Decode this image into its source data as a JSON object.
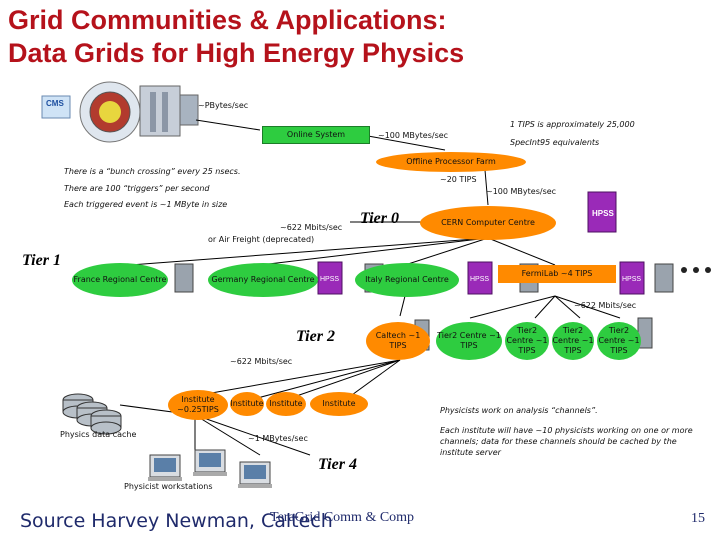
{
  "title_line1": "Grid Communities & Applications:",
  "title_line2": "Data Grids for High Energy Physics",
  "rates": {
    "pbytes": "~PBytes/sec",
    "mbytes100_a": "~100 MBytes/sec",
    "mbytes100_b": "~100 MBytes/sec",
    "mbits622_air": "~622 Mbits/sec",
    "air_freight": "or Air Freight (deprecated)",
    "mbits622_b": "~622 Mbits/sec",
    "mbits622_c": "~622 Mbits/sec",
    "mbytes1": "~1 MBytes/sec"
  },
  "notes": {
    "tips_equiv_1": "1 TIPS is approximately 25,000",
    "tips_equiv_2": "SpecInt95 equivalents",
    "bunch_crossing": "There is a “bunch crossing” every 25 nsecs.",
    "triggers": "There are 100 “triggers” per second",
    "event_size": "Each triggered event is ~1 MByte in size",
    "tips20": "~20 TIPS",
    "analysis": "Physicists work on analysis “channels”.",
    "institute_note_1": "Each institute will have ~10 physicists working on one or more",
    "institute_note_2": "channels; data for these channels should be cached by the",
    "institute_note_3": "institute server"
  },
  "nodes": {
    "online_system": "Online System",
    "offline_farm": "Offline Processor Farm",
    "cern": "CERN Computer Centre",
    "france": "France Regional Centre",
    "germany": "Germany Regional Centre",
    "italy": "Italy Regional Centre",
    "fermilab": "FermiLab ~4 TIPS",
    "caltech": "Caltech ~1 TIPS",
    "tier2_centres": [
      "Tier2 Centre ~1 TIPS",
      "Tier2 Centre ~1 TIPS",
      "Tier2 Centre ~1 TIPS",
      "Tier2 Centre ~1 TIPS"
    ],
    "institute_main": "Institute ~0.25TIPS",
    "institutes": [
      "Institute",
      "Institute",
      "Institute"
    ],
    "hpss_labels": [
      "HPSS",
      "HPSS",
      "HPSS",
      "HPSS",
      "HPSS"
    ],
    "physics_cache": "Physics data cache",
    "workstations": "Physicist workstations"
  },
  "tiers": {
    "t0": "Tier 0",
    "t1": "Tier 1",
    "t2": "Tier 2",
    "t4": "Tier 4"
  },
  "footer": {
    "source": "Source Harvey Newman, Caltech",
    "conference": "TeraGrid Comm & Comp",
    "slide_number": "15"
  },
  "colors": {
    "title": "#b5121b",
    "green_node": "#2ecc40",
    "orange_node": "#ff8a00",
    "hpss": "#9a2ab8",
    "footer_text": "#1f2a6b"
  }
}
